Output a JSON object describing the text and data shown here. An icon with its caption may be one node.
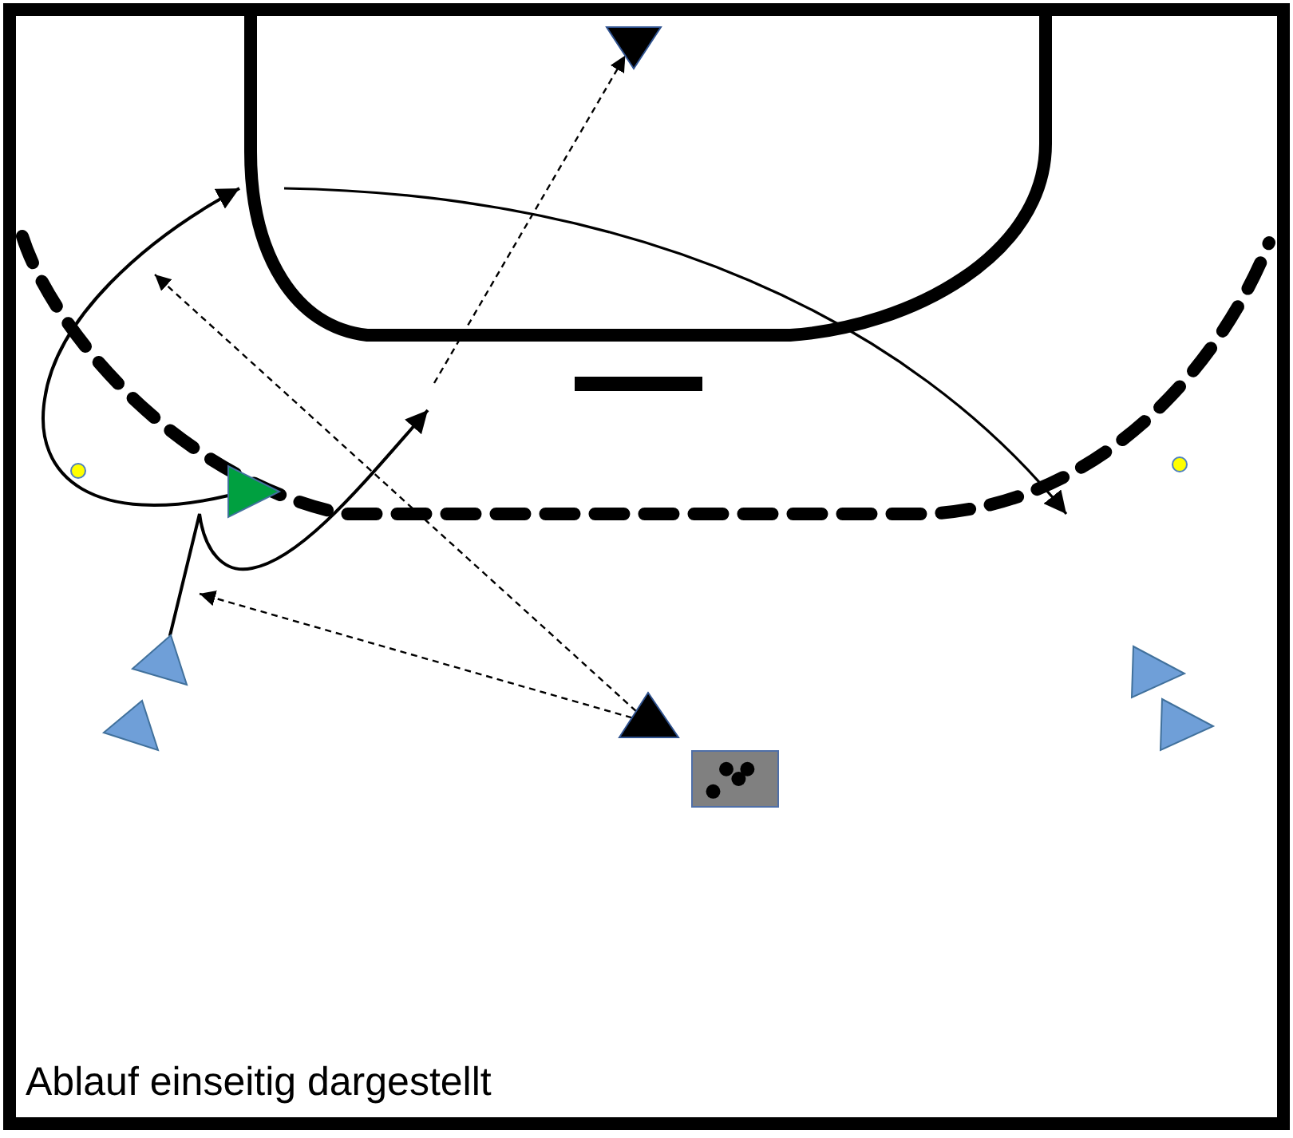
{
  "diagram": {
    "nodes": [
      {
        "text": [],
        "shape": "triangle"
      },
      {
        "text": [],
        "shape": "circle"
      },
      {
        "text": [],
        "shape": "triangle"
      },
      {
        "text": [],
        "shape": "circle"
      },
      {
        "text": [],
        "shape": "triangle"
      },
      {
        "text": [],
        "shape": "triangle"
      },
      {
        "text": [],
        "shape": "triangle"
      },
      {
        "text": [],
        "shape": "triangle"
      },
      {
        "text": [],
        "shape": "triangle"
      },
      {
        "text": [],
        "shape": "box"
      }
    ],
    "edges": [
      {
        "from": 4,
        "to": null,
        "arrow": "to"
      },
      {
        "from": null,
        "to": 0,
        "arrow": "to",
        "style": "dashed"
      },
      {
        "from": 8,
        "to": null,
        "arrow": "to",
        "style": "dashed"
      },
      {
        "from": 8,
        "to": null,
        "arrow": "to",
        "style": "dashed"
      },
      {
        "from": 2,
        "to": null,
        "arrow": "to"
      }
    ],
    "labels": [
      "Ablauf einseitig dargestellt"
    ]
  }
}
